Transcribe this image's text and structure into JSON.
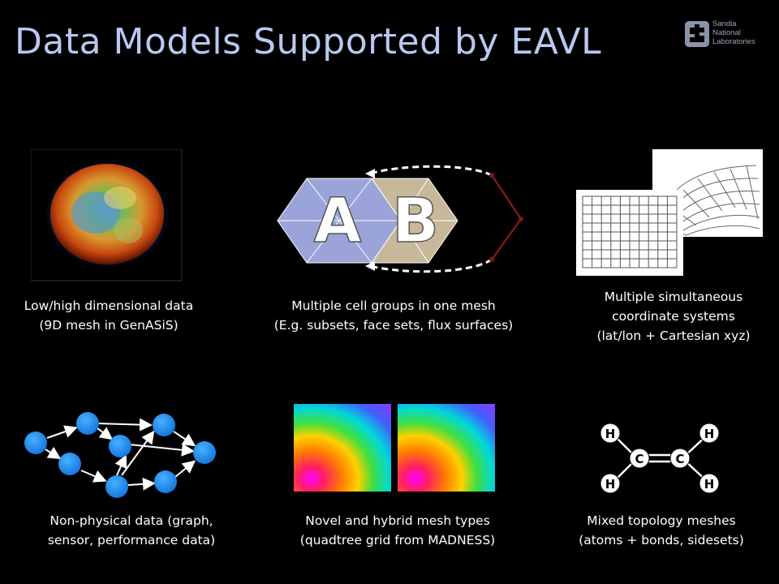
{
  "slide": {
    "title": "Data Models Supported by EAVL",
    "logo": {
      "line1": "Sandia",
      "line2": "National",
      "line3": "Laboratories"
    }
  },
  "panels": [
    {
      "line1": "Low/high dimensional data",
      "line2": "(9D mesh in GenASiS)"
    },
    {
      "line1": "Multiple cell groups in one mesh",
      "line2": "(E.g. subsets, face sets, flux surfaces)",
      "label_a": "A",
      "label_b": "B"
    },
    {
      "line1": "Multiple simultaneous",
      "line2": "coordinate systems",
      "line3": "(lat/lon + Cartesian xyz)"
    },
    {
      "line1": "Non-physical data (graph,",
      "line2": "sensor, performance data)"
    },
    {
      "line1": "Novel and hybrid mesh types",
      "line2": "(quadtree grid from MADNESS)"
    },
    {
      "line1": "Mixed topology meshes",
      "line2": "(atoms + bonds, sidesets)",
      "atoms": {
        "h": "H",
        "c": "C"
      }
    }
  ],
  "colors": {
    "title": "#b8c8f0",
    "node": "#1e90ff",
    "hexA": "#9aa4d8",
    "hexB": "#c8b89a",
    "arrow": "#7a1a1a"
  }
}
